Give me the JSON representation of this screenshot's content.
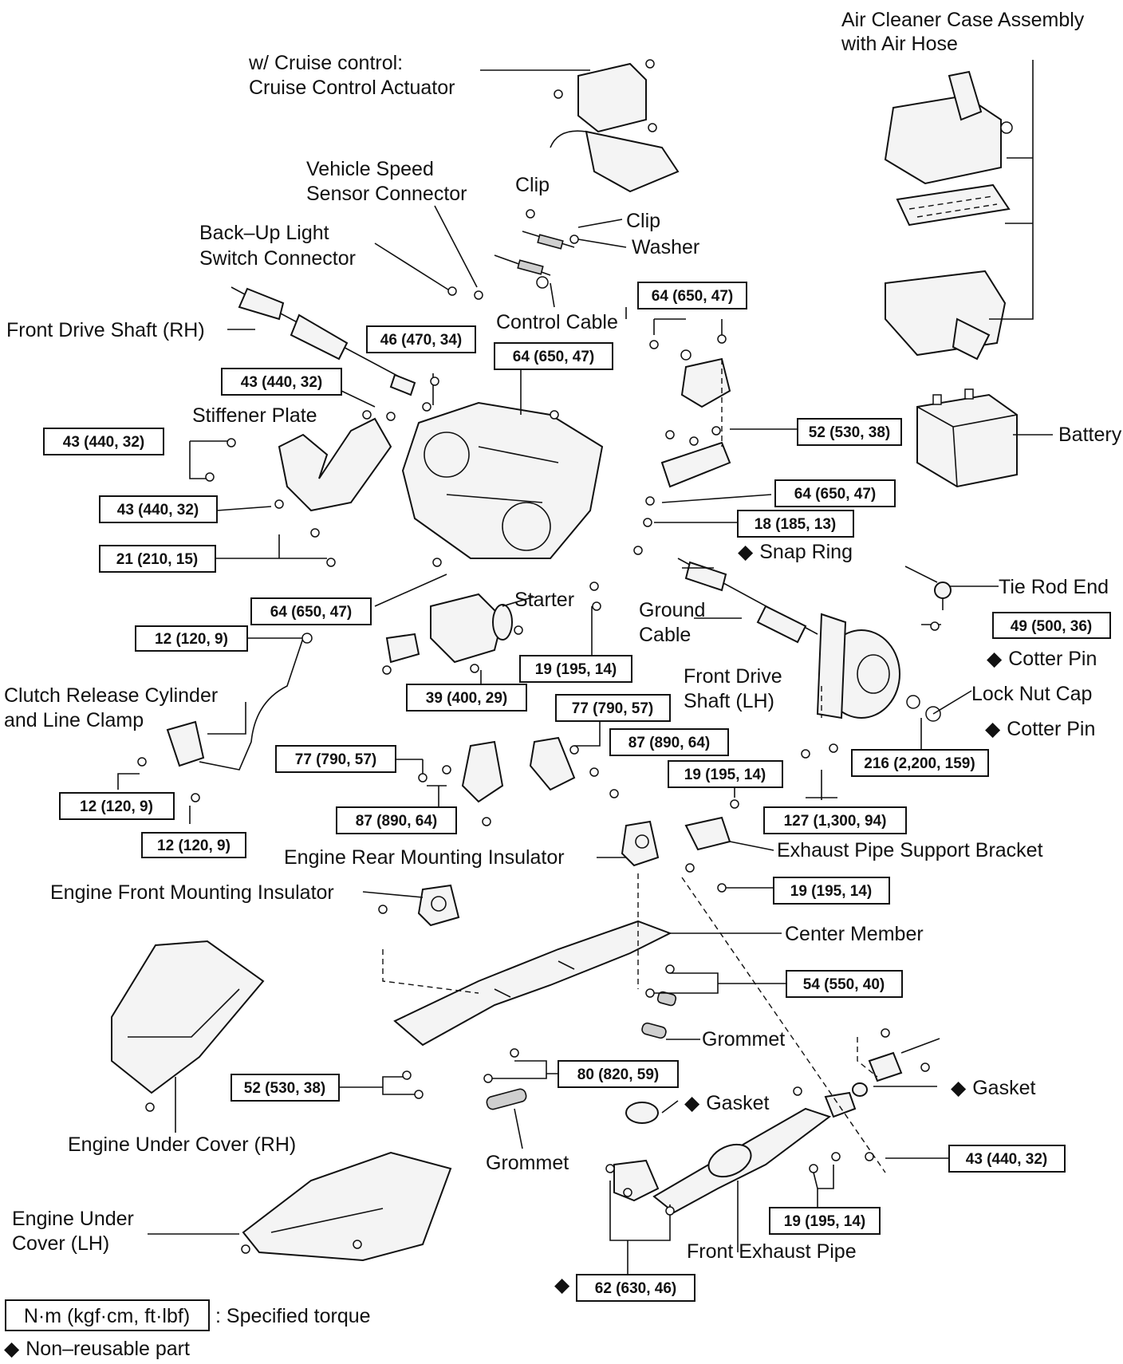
{
  "labels": {
    "air_cleaner": [
      "Air Cleaner Case Assembly",
      "with Air Hose"
    ],
    "cruise": [
      "w/ Cruise control:",
      "Cruise Control Actuator"
    ],
    "vss": [
      "Vehicle Speed",
      "Sensor Connector"
    ],
    "clip1": "Clip",
    "clip2": "Clip",
    "washer": "Washer",
    "backup": [
      "Back–Up Light",
      "Switch Connector"
    ],
    "control_cable": "Control Cable",
    "drive_rh": "Front Drive Shaft (RH)",
    "stiffener": "Stiffener Plate",
    "battery": "Battery",
    "snap_ring": "Snap Ring",
    "tie_rod": "Tie Rod End",
    "starter": "Starter",
    "ground": [
      "Ground",
      "Cable"
    ],
    "cotter1": "Cotter Pin",
    "drive_lh": [
      "Front Drive",
      "Shaft (LH)"
    ],
    "lock_nut": "Lock Nut Cap",
    "cotter2": "Cotter Pin",
    "clutch": [
      "Clutch Release Cylinder",
      "and Line Clamp"
    ],
    "rear_mount": "Engine Rear Mounting Insulator",
    "exhaust_bracket": "Exhaust Pipe Support Bracket",
    "front_mount": "Engine Front Mounting Insulator",
    "center_member": "Center Member",
    "grommet1": "Grommet",
    "gasket1": "Gasket",
    "gasket2": "Gasket",
    "under_rh": "Engine Under Cover (RH)",
    "grommet2": "Grommet",
    "under_lh": [
      "Engine Under",
      "Cover (LH)"
    ],
    "front_exhaust": "Front Exhaust Pipe"
  },
  "torques": {
    "t_64_a": "64 (650, 47)",
    "t_46": "46 (470, 34)",
    "t_64_b": "64 (650, 47)",
    "t_43_a": "43 (440, 32)",
    "t_43_b": "43 (440, 32)",
    "t_52_a": "52 (530, 38)",
    "t_64_c": "64 (650, 47)",
    "t_43_c": "43 (440, 32)",
    "t_18": "18 (185, 13)",
    "t_21": "21 (210, 15)",
    "t_64_d": "64 (650, 47)",
    "t_12_a": "12 (120, 9)",
    "t_49": "49 (500, 36)",
    "t_19_a": "19 (195, 14)",
    "t_39": "39 (400, 29)",
    "t_77_a": "77 (790, 57)",
    "t_87_a": "87 (890, 64)",
    "t_216": "216 (2,200, 159)",
    "t_77_b": "77 (790, 57)",
    "t_19_b": "19 (195, 14)",
    "t_12_b": "12 (120, 9)",
    "t_87_b": "87 (890, 64)",
    "t_127": "127 (1,300, 94)",
    "t_12_c": "12 (120, 9)",
    "t_19_c": "19 (195, 14)",
    "t_54": "54 (550, 40)",
    "t_80": "80 (820, 59)",
    "t_52_b": "52 (530, 38)",
    "t_43_d": "43 (440, 32)",
    "t_19_d": "19 (195, 14)",
    "t_62": "62 (630, 46)"
  },
  "legend": {
    "unit_box": "N·m (kgf·cm, ft·lbf)",
    "unit_text": ": Specified torque",
    "nonreusable": "Non–reusable part"
  },
  "symbols": {
    "nonreusable_mark": "◆"
  }
}
